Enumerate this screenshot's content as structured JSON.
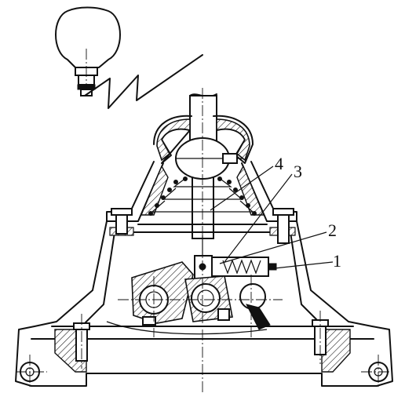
{
  "figure": {
    "callouts": [
      {
        "id": "callout-1",
        "text": "1"
      },
      {
        "id": "callout-2",
        "text": "2"
      },
      {
        "id": "callout-3",
        "text": "3"
      },
      {
        "id": "callout-4",
        "text": "4"
      }
    ]
  }
}
